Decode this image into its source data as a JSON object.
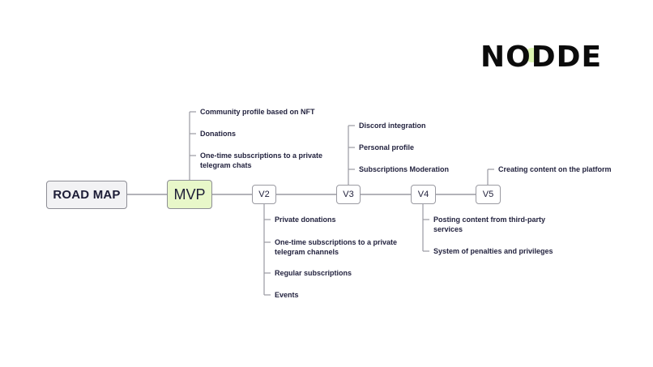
{
  "logo": {
    "text": "NODDE",
    "accent_color": "#dcf5b0"
  },
  "roadmap": {
    "root": "ROAD MAP",
    "stages": [
      {
        "label": "MVP",
        "items": [
          "Community profile based on NFT",
          "Donations",
          "One-time subscriptions to a private\ntelegram chats"
        ]
      },
      {
        "label": "V2",
        "items": [
          "Private donations",
          "One-time subscriptions to a private\ntelegram channels",
          "Regular subscriptions",
          "Events"
        ]
      },
      {
        "label": "V3",
        "items": [
          "Discord integration",
          "Personal profile",
          "Subscriptions Moderation"
        ]
      },
      {
        "label": "V4",
        "items": [
          "Posting content from third-party\nservices",
          "System of penalties and privileges"
        ]
      },
      {
        "label": "V5",
        "items": [
          "Creating content on the platform"
        ]
      }
    ]
  },
  "colors": {
    "mvp_fill": "#e8f7c9",
    "line": "#9a9aa2",
    "text": "#1f1f3a"
  }
}
